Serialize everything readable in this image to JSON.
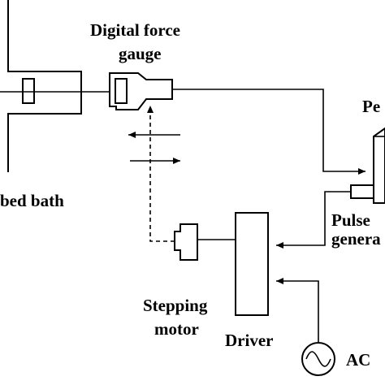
{
  "labels": {
    "force_gauge_line1": "Digital force",
    "force_gauge_line2": "gauge",
    "bath": "bed bath",
    "pc": "Pe",
    "pulse_line1": "Pulse",
    "pulse_line2": "genera",
    "stepping_line1": "Stepping",
    "stepping_line2": "motor",
    "driver": "Driver",
    "ac": "AC"
  },
  "colors": {
    "line": "#000000",
    "background": "#ffffff"
  }
}
